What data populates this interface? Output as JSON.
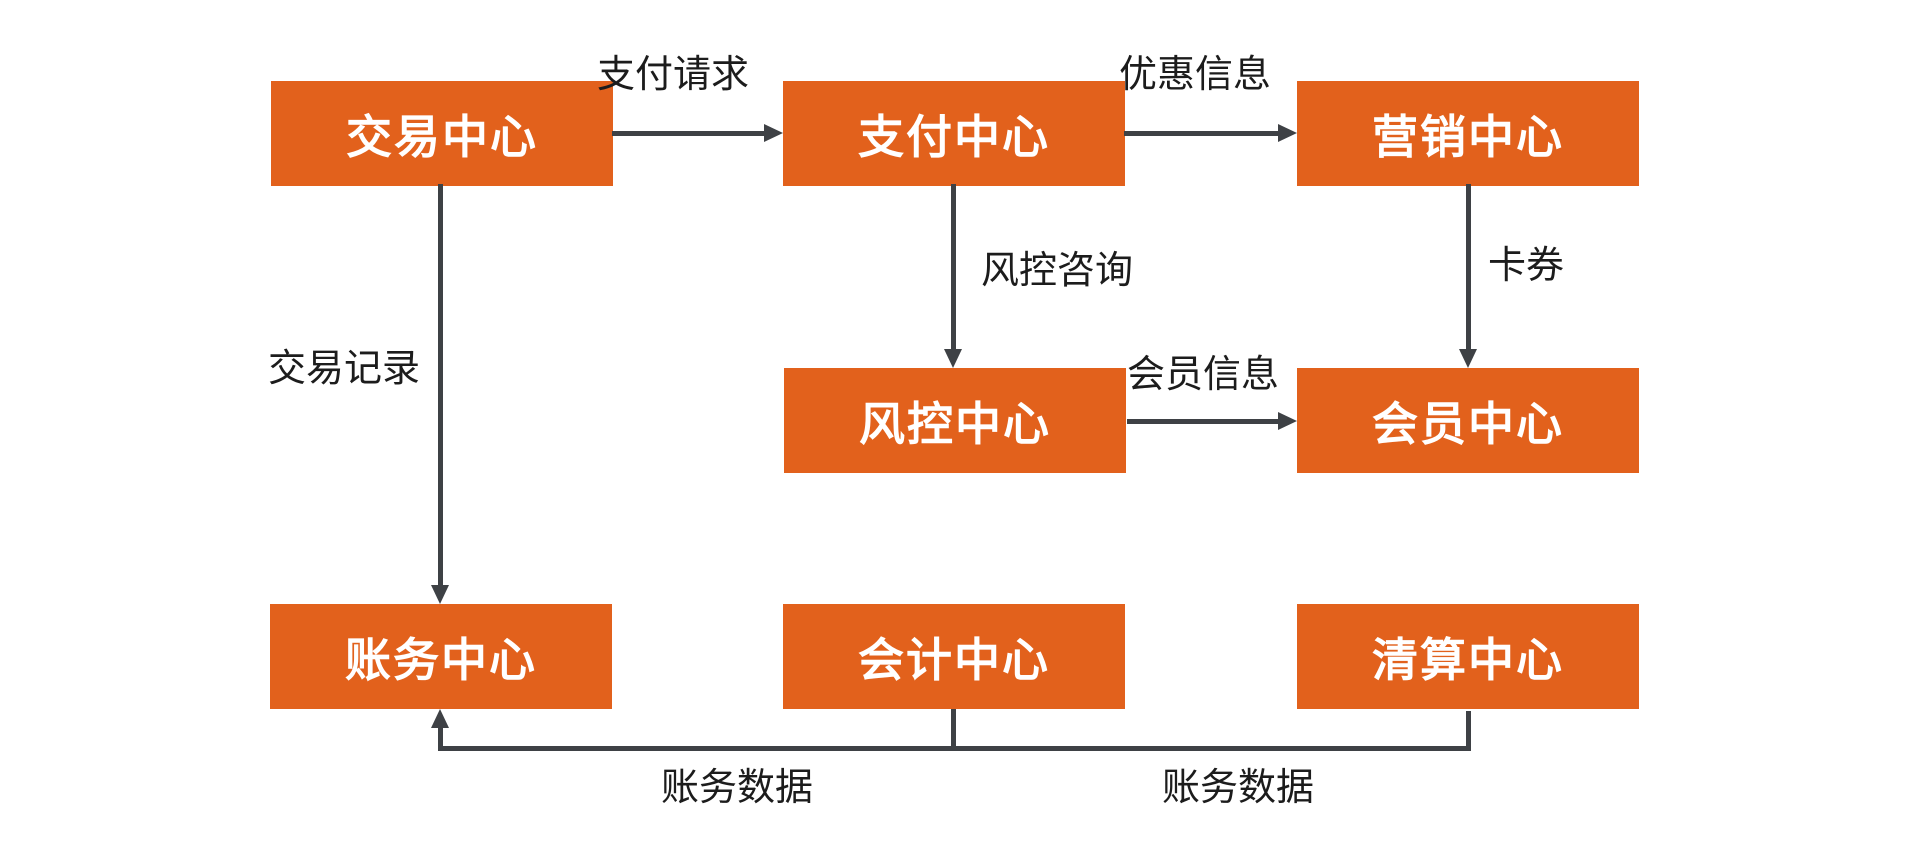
{
  "diagram": {
    "type": "flowchart",
    "nodes": [
      {
        "id": "trade-center",
        "label": "交易中心"
      },
      {
        "id": "payment-center",
        "label": "支付中心"
      },
      {
        "id": "marketing-center",
        "label": "营销中心"
      },
      {
        "id": "risk-center",
        "label": "风控中心"
      },
      {
        "id": "member-center",
        "label": "会员中心"
      },
      {
        "id": "account-center",
        "label": "账务中心"
      },
      {
        "id": "accounting-center",
        "label": "会计中心"
      },
      {
        "id": "clearing-center",
        "label": "清算中心"
      }
    ],
    "edges": [
      {
        "from": "交易中心",
        "to": "支付中心",
        "label": "支付请求",
        "direction": "right"
      },
      {
        "from": "支付中心",
        "to": "营销中心",
        "label": "优惠信息",
        "direction": "right"
      },
      {
        "from": "支付中心",
        "to": "风控中心",
        "label": "风控咨询",
        "direction": "down"
      },
      {
        "from": "营销中心",
        "to": "会员中心",
        "label": "卡券",
        "direction": "down"
      },
      {
        "from": "风控中心",
        "to": "会员中心",
        "label": "会员信息",
        "direction": "right"
      },
      {
        "from": "交易中心",
        "to": "账务中心",
        "label": "交易记录",
        "direction": "down"
      },
      {
        "from": "会计中心",
        "to": "账务中心",
        "label": "账务数据",
        "direction": "down-left-up"
      },
      {
        "from": "清算中心",
        "to": "账务中心",
        "label": "账务数据",
        "direction": "down-left-up"
      }
    ],
    "colors": {
      "node_fill": "#E2611C",
      "node_text": "#FFFFFF",
      "edge_line": "#3E4145",
      "edge_text": "#1C1C1C",
      "background": "#FFFFFF"
    }
  }
}
